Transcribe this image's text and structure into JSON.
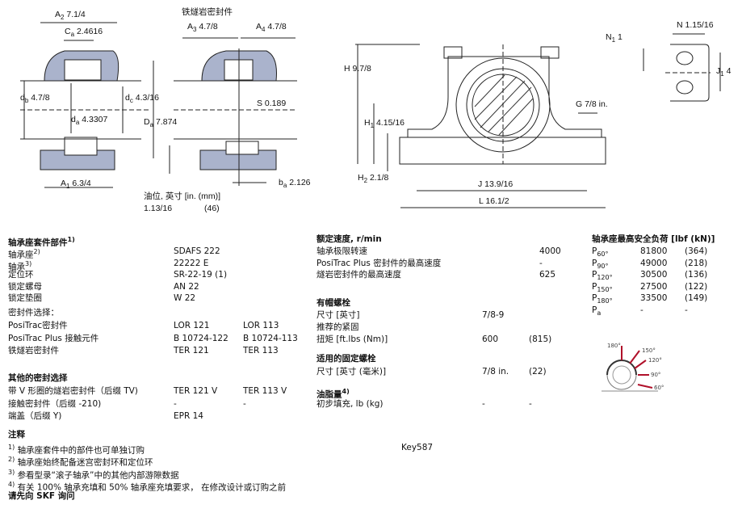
{
  "drawing": {
    "seal_title": "铁燧岩密封件",
    "A2": "7.1/4",
    "Ca": "2.4616",
    "db": "4.7/8",
    "dc": "4.3/16",
    "da": "4.3307",
    "Da": "7.874",
    "A1": "6.3/4",
    "A3": "4.7/8",
    "A4": "4.7/8",
    "S": "0.189",
    "ba": "2.126",
    "oil_label": "油位, 英寸 [in. (mm)]",
    "oil_in": "1.13/16",
    "oil_mm": "(46)",
    "H": "9.7/8",
    "H1": "4.15/16",
    "H2": "2.1/8",
    "G": "7/8 in.",
    "J": "13.9/16",
    "L": "16.1/2",
    "N1": "1",
    "N": "1.15/16",
    "J1": "4"
  },
  "parts": {
    "title": "轴承座套件部件",
    "title_sup": "1)",
    "rows": [
      {
        "label": "轴承座",
        "sup": "2)",
        "v1": "SDAFS 222"
      },
      {
        "label": "轴承",
        "sup": "3)",
        "v1": "22222 E"
      },
      {
        "label": "定位环",
        "v1": "SR-22-19 (1)"
      },
      {
        "label": "锁定螺母",
        "v1": "AN 22"
      },
      {
        "label": "锁定垫圈",
        "v1": "W 22"
      }
    ],
    "seal_select": "密封件选择：",
    "seals": [
      {
        "label": "PosiTrac密封件",
        "v1": "LOR 121",
        "v2": "LOR 113"
      },
      {
        "label": "PosiTrac Plus 接触元件",
        "v1": "B 10724-122",
        "v2": "B 10724-113"
      },
      {
        "label": "铁燧岩密封件",
        "v1": "TER 121",
        "v2": "TER 113"
      }
    ],
    "other_title": "其他的密封选择",
    "other": [
      {
        "label": "带 V 形圈的燧岩密封件（后缀 TV)",
        "v1": "TER 121 V",
        "v2": "TER 113 V"
      },
      {
        "label": "接触密封件（后缀 -210)",
        "v1": "-",
        "v2": "-"
      },
      {
        "label": "端盖（后缀 Y)",
        "v1": "EPR 14"
      }
    ]
  },
  "speed": {
    "title": "额定速度, r/min",
    "rows": [
      {
        "label": "轴承极限转速",
        "v": "4000"
      },
      {
        "label": "PosiTrac Plus 密封件的最高速度",
        "v": "-"
      },
      {
        "label": "燧岩密封件的最高速度",
        "v": "625"
      }
    ]
  },
  "cap_bolts": {
    "title": "有帽螺栓",
    "size_label": "尺寸 [英寸]",
    "size": "7/8-9",
    "rec": "推荐的紧固",
    "torque_label": "扭矩 [ft.lbs (Nm)]",
    "torque": "600",
    "torque_nm": "(815)"
  },
  "fix_bolts": {
    "title": "适用的固定螺栓",
    "size_label": "尺寸 [英寸 (毫米)]",
    "size": "7/8 in.",
    "size_mm": "(22)"
  },
  "grease": {
    "title": "油脂量",
    "sup": "4)",
    "label": "初步填充, lb (kg)",
    "v1": "-",
    "v2": "-"
  },
  "loads": {
    "title": "轴承座最高安全负荷 [lbf (kN)]",
    "rows": [
      {
        "p": "P",
        "sub": "60°",
        "lbf": "81800",
        "kn": "(364)"
      },
      {
        "p": "P",
        "sub": "90°",
        "lbf": "49000",
        "kn": "(218)"
      },
      {
        "p": "P",
        "sub": "120°",
        "lbf": "30500",
        "kn": "(136)"
      },
      {
        "p": "P",
        "sub": "150°",
        "lbf": "27500",
        "kn": "(122)"
      },
      {
        "p": "P",
        "sub": "180°",
        "lbf": "33500",
        "kn": "(149)"
      },
      {
        "p": "P",
        "sub": "a",
        "lbf": "-",
        "kn": "-"
      }
    ],
    "angles": [
      "180°",
      "150°",
      "120°",
      "90°",
      "60°"
    ]
  },
  "notes": {
    "title": "注释",
    "items": [
      {
        "sup": "1)",
        "text": "轴承座套件中的部件也可单独订购"
      },
      {
        "sup": "2)",
        "text": "轴承座始终配备迷宫密封环和定位环"
      },
      {
        "sup": "3)",
        "text": "参看型录“滚子轴承”中的其他内部游隙数据"
      },
      {
        "sup": "4)",
        "text": "有关 100% 轴承充填和 50% 轴承座充填要求， 在修改设计或订购之前"
      }
    ],
    "last": "请先向 SKF 询问",
    "key": "Key587"
  }
}
